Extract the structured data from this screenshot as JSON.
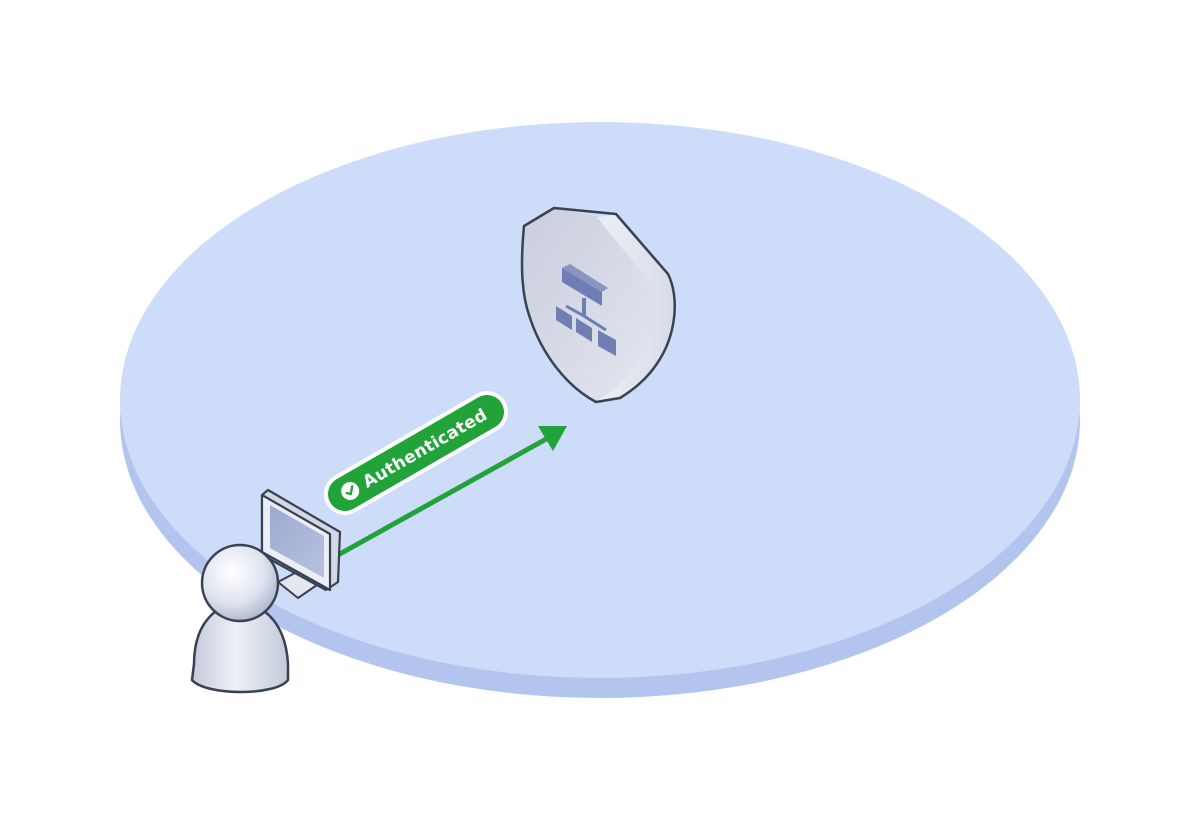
{
  "diagram": {
    "status_badge": {
      "label": "Authenticated",
      "icon": "check-circle-icon"
    },
    "nodes": [
      {
        "id": "user",
        "icon": "user-icon"
      },
      {
        "id": "workstation",
        "icon": "monitor-icon"
      },
      {
        "id": "gateway",
        "icon": "shield-network-icon"
      }
    ],
    "connection": {
      "from": "workstation",
      "to": "gateway",
      "icon": "arrow-icon"
    },
    "colors": {
      "platform_top": "#cddcf9",
      "platform_side": "#b3c4ee",
      "accent_green": "#22a33a",
      "outline": "#3a4150",
      "device_fill": "#dfe3ef",
      "network_icon": "#6f7fb3"
    }
  }
}
